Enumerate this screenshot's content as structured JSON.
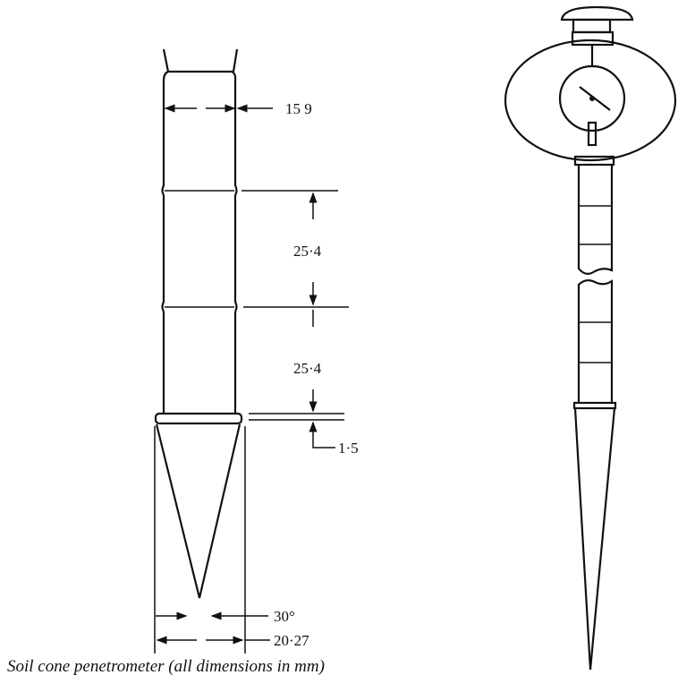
{
  "dimensions": {
    "rod_diameter": "15 9",
    "segment_1": "25·4",
    "segment_2": "25·4",
    "collar": "1·5",
    "cone_angle": "30°",
    "cone_diameter": "20·27"
  },
  "caption": "Soil cone penetrometer (all dimensions in mm)"
}
